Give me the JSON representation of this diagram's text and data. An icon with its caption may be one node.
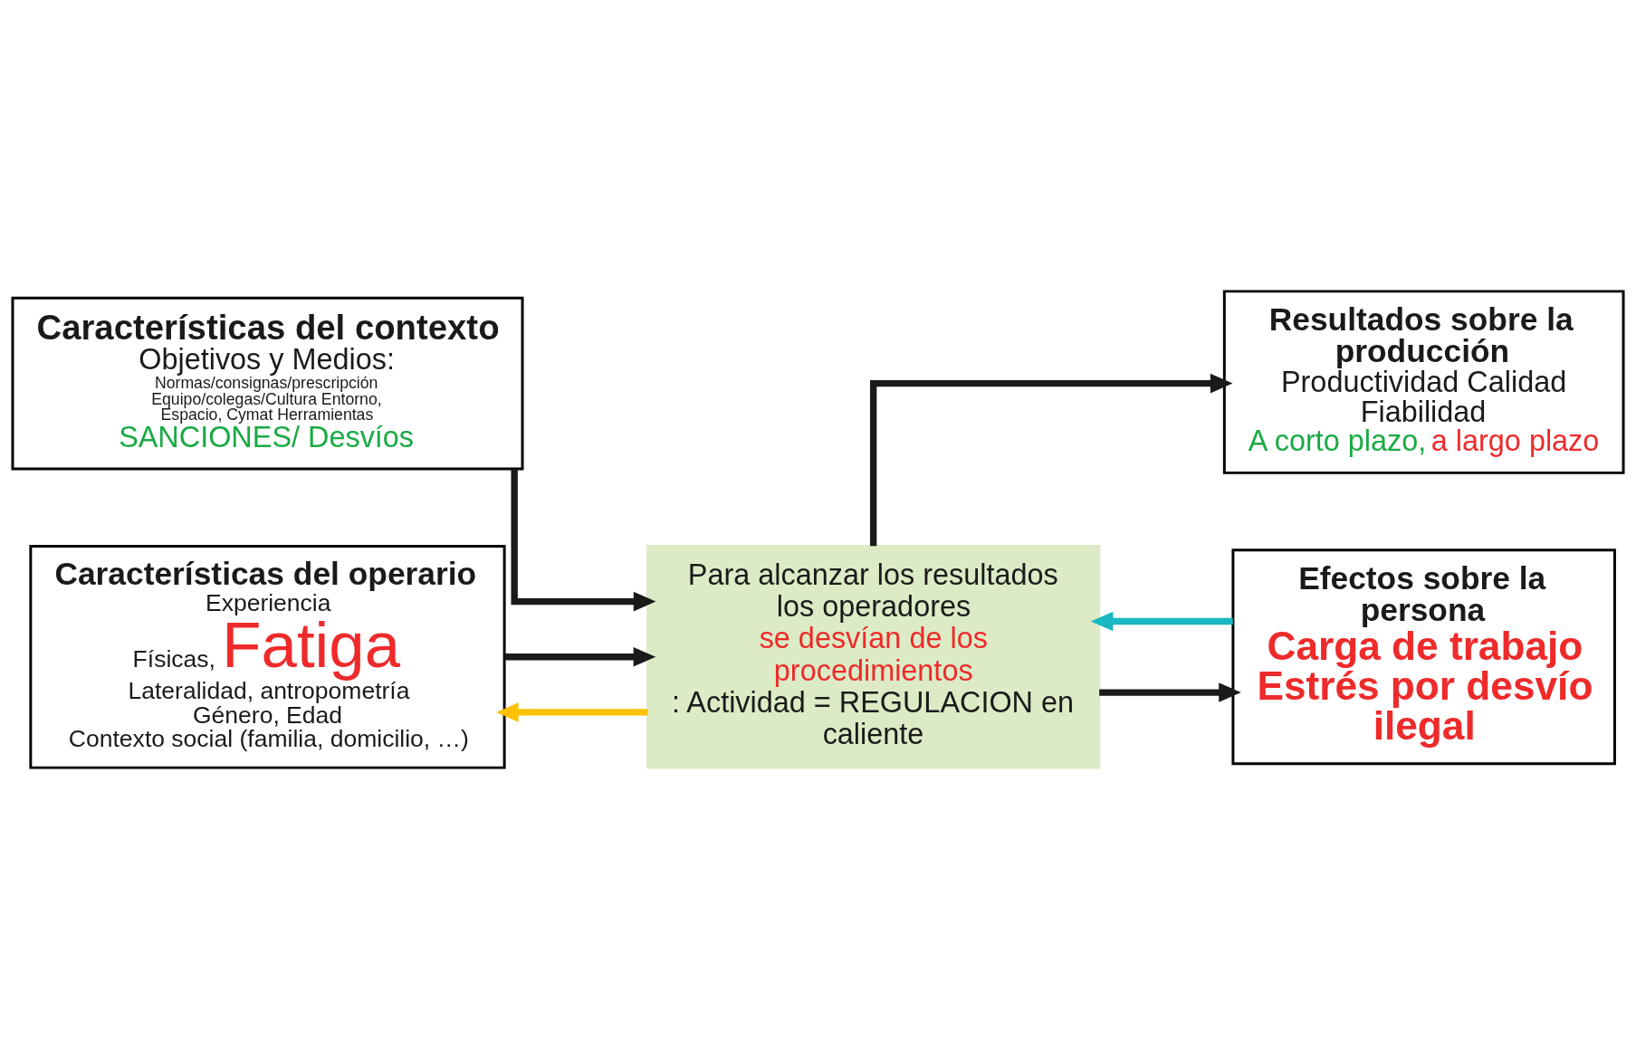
{
  "diagram": {
    "nodes": [
      {
        "text": [
          "Características del contexto",
          "Objetivos y Medios:",
          "Normas/consignas/prescripción Equipo/colegas/Cultura Entorno, Espacio, Cymat Herramientas",
          "SANCIONES/ Desvíos"
        ]
      },
      {
        "text": [
          "Resultados sobre la producción",
          "Productividad Calidad Fiabilidad",
          "A corto plazo,",
          "a largo plazo"
        ]
      },
      {
        "text": [
          "Para alcanzar los resultados los operadores",
          "se desvían de los procedimientos",
          ": Actividad = REGULACION en caliente"
        ]
      },
      {
        "text": [
          "Características del operario",
          "Experiencia",
          "Físicas,",
          "Fatiga",
          "Lateralidad, antropometría",
          "Género, Edad",
          "Contexto social (familia, domicilio, …)"
        ]
      },
      {
        "text": [
          "Efectos sobre la persona",
          "Carga de trabajo",
          "Estrés por desvío ilegal"
        ]
      }
    ],
    "edges": [
      {
        "from": 0,
        "to": 2,
        "arrow": "to"
      },
      {
        "from": 3,
        "to": 2,
        "arrow": "to"
      },
      {
        "from": 2,
        "to": 1,
        "arrow": "to"
      },
      {
        "from": 2,
        "to": 4,
        "arrow": "to"
      },
      {
        "from": 2,
        "to": 3,
        "arrow": "to",
        "color": "#ffc000"
      },
      {
        "from": 4,
        "to": 2,
        "arrow": "to",
        "color": "#17b8c0"
      }
    ]
  }
}
